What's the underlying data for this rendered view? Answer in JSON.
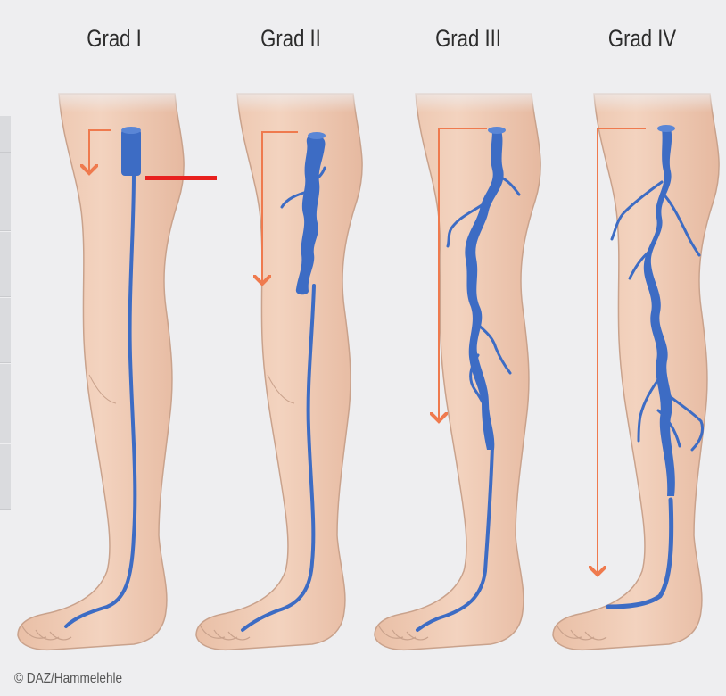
{
  "grades": [
    {
      "label": "Grad I"
    },
    {
      "label": "Grad II"
    },
    {
      "label": "Grad III"
    },
    {
      "label": "Grad IV"
    }
  ],
  "credit": "© DAZ/Hammelehle",
  "colors": {
    "background": "#eeeef0",
    "skin": "#efc8b0",
    "skin_outline": "#c9a28c",
    "vein": "#3d6cc4",
    "arrow": "#ef7a4e",
    "marker": "#e8201e"
  }
}
